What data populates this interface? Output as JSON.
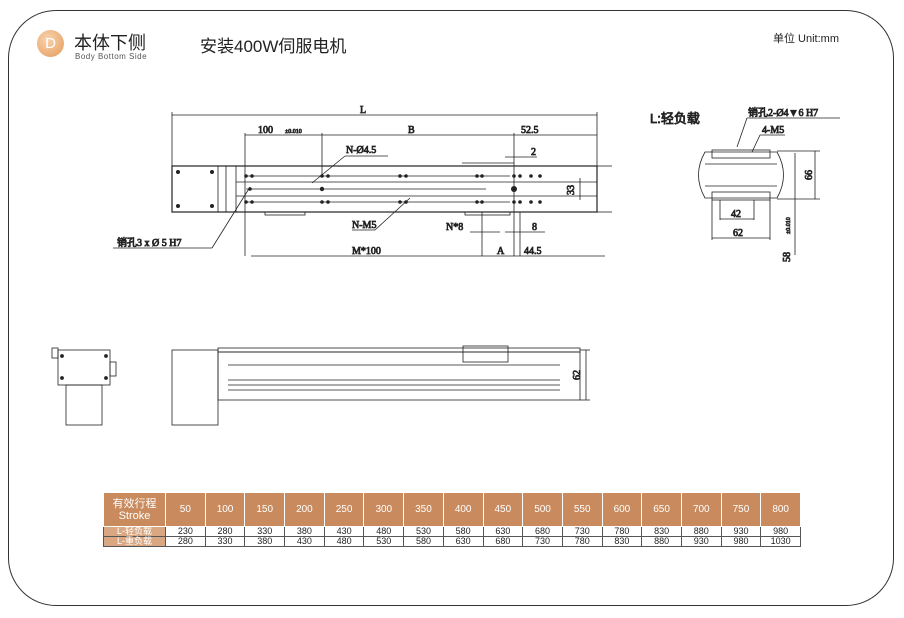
{
  "header": {
    "badge": "D",
    "title_cn": "本体下侧",
    "title_en": "Body Bottom Side",
    "product": "安装400W伺服电机",
    "unit": "单位 Unit:mm"
  },
  "drawing": {
    "L": "L",
    "dim_100": "100",
    "tol_100": "±0.010",
    "B": "B",
    "dim_52_5": "52.5",
    "dim_2": "2",
    "n_phi": "N-Ø4.5",
    "dim_33": "33",
    "n_m5": "N-M5",
    "n8": "N*8",
    "dim_8": "8",
    "pin": "销孔3 x Ø 5 H7",
    "m100": "M*100",
    "A": "A",
    "dim_44_5": "44.5",
    "side_62": "62",
    "end_label": "L:轻负载",
    "end_pin": "销孔2-Ø4▼6 H7",
    "end_m5": "4-M5",
    "end_66": "66",
    "end_42": "42",
    "end_62": "62",
    "end_58": "58",
    "end_tol": "±0.010"
  },
  "table": {
    "header_cn": "有效行程",
    "header_en": "Stroke",
    "strokes": [
      "50",
      "100",
      "150",
      "200",
      "250",
      "300",
      "350",
      "400",
      "450",
      "500",
      "550",
      "600",
      "650",
      "700",
      "750",
      "800"
    ],
    "rows": [
      {
        "label": "L-轻负载",
        "values": [
          "230",
          "280",
          "330",
          "380",
          "430",
          "480",
          "530",
          "580",
          "630",
          "680",
          "730",
          "780",
          "830",
          "880",
          "930",
          "980"
        ]
      },
      {
        "label": "L-重负载",
        "values": [
          "280",
          "330",
          "380",
          "430",
          "480",
          "530",
          "580",
          "630",
          "680",
          "730",
          "780",
          "830",
          "880",
          "930",
          "980",
          "1030"
        ]
      }
    ]
  }
}
